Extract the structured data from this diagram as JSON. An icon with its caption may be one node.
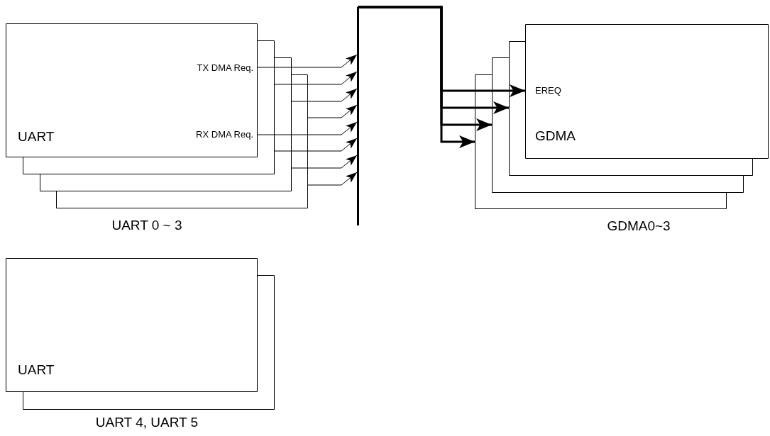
{
  "diagram": {
    "nodes": [
      {
        "text": [
          "TX DMA Req.",
          "UART",
          "RX DMA Req."
        ],
        "beside": [
          "UART 0 ~ 3"
        ]
      },
      {
        "text": [],
        "shape": "bar"
      },
      {
        "text": [
          "EREQ",
          "GDMA"
        ],
        "beside": [
          "GDMA0~3"
        ]
      },
      {
        "text": [
          "UART"
        ],
        "beside": [
          "UART 4, UART 5"
        ]
      }
    ],
    "edges": [
      {
        "from": 0,
        "to": 1,
        "arrow": "to"
      },
      {
        "from": 0,
        "to": 1,
        "arrow": "to"
      },
      {
        "from": 0,
        "to": 1,
        "arrow": "to"
      },
      {
        "from": 0,
        "to": 1,
        "arrow": "to"
      },
      {
        "from": 0,
        "to": 1,
        "arrow": "to"
      },
      {
        "from": 0,
        "to": 1,
        "arrow": "to"
      },
      {
        "from": 0,
        "to": 1,
        "arrow": "to"
      },
      {
        "from": 0,
        "to": 1,
        "arrow": "to"
      },
      {
        "from": 1,
        "to": 2,
        "arrow": "to",
        "style": "thick"
      },
      {
        "from": 1,
        "to": 2,
        "arrow": "to",
        "style": "thick"
      },
      {
        "from": 1,
        "to": 2,
        "arrow": "to",
        "style": "thick"
      },
      {
        "from": 1,
        "to": 2,
        "arrow": "to",
        "style": "thick"
      }
    ]
  }
}
